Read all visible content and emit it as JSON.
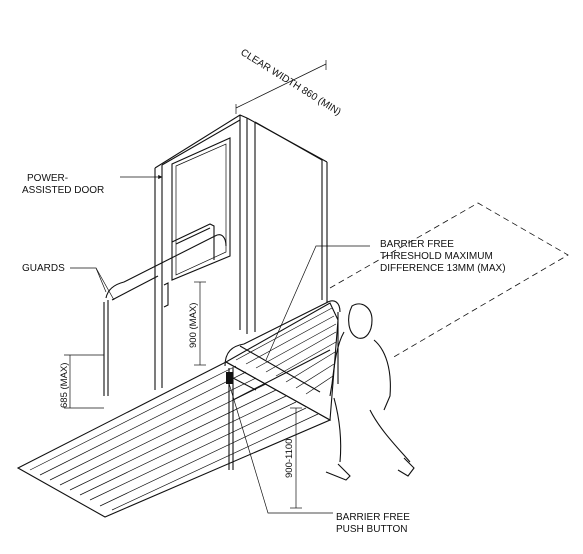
{
  "labels": {
    "clear_width": "CLEAR WIDTH 860 (MIN)",
    "door_line1": "POWER-",
    "door_line2": "ASSISTED DOOR",
    "guards": "GUARDS",
    "threshold_line1": "BARRIER FREE",
    "threshold_line2": "THRESHOLD MAXIMUM",
    "threshold_line3": "DIFFERENCE 13MM (MAX)",
    "pushbutton_line1": "BARRIER FREE",
    "pushbutton_line2": "PUSH BUTTON",
    "dim_handle_height": "900 (MAX)",
    "dim_guard_height": "685 (MAX)",
    "dim_button_height": "900-1100"
  }
}
